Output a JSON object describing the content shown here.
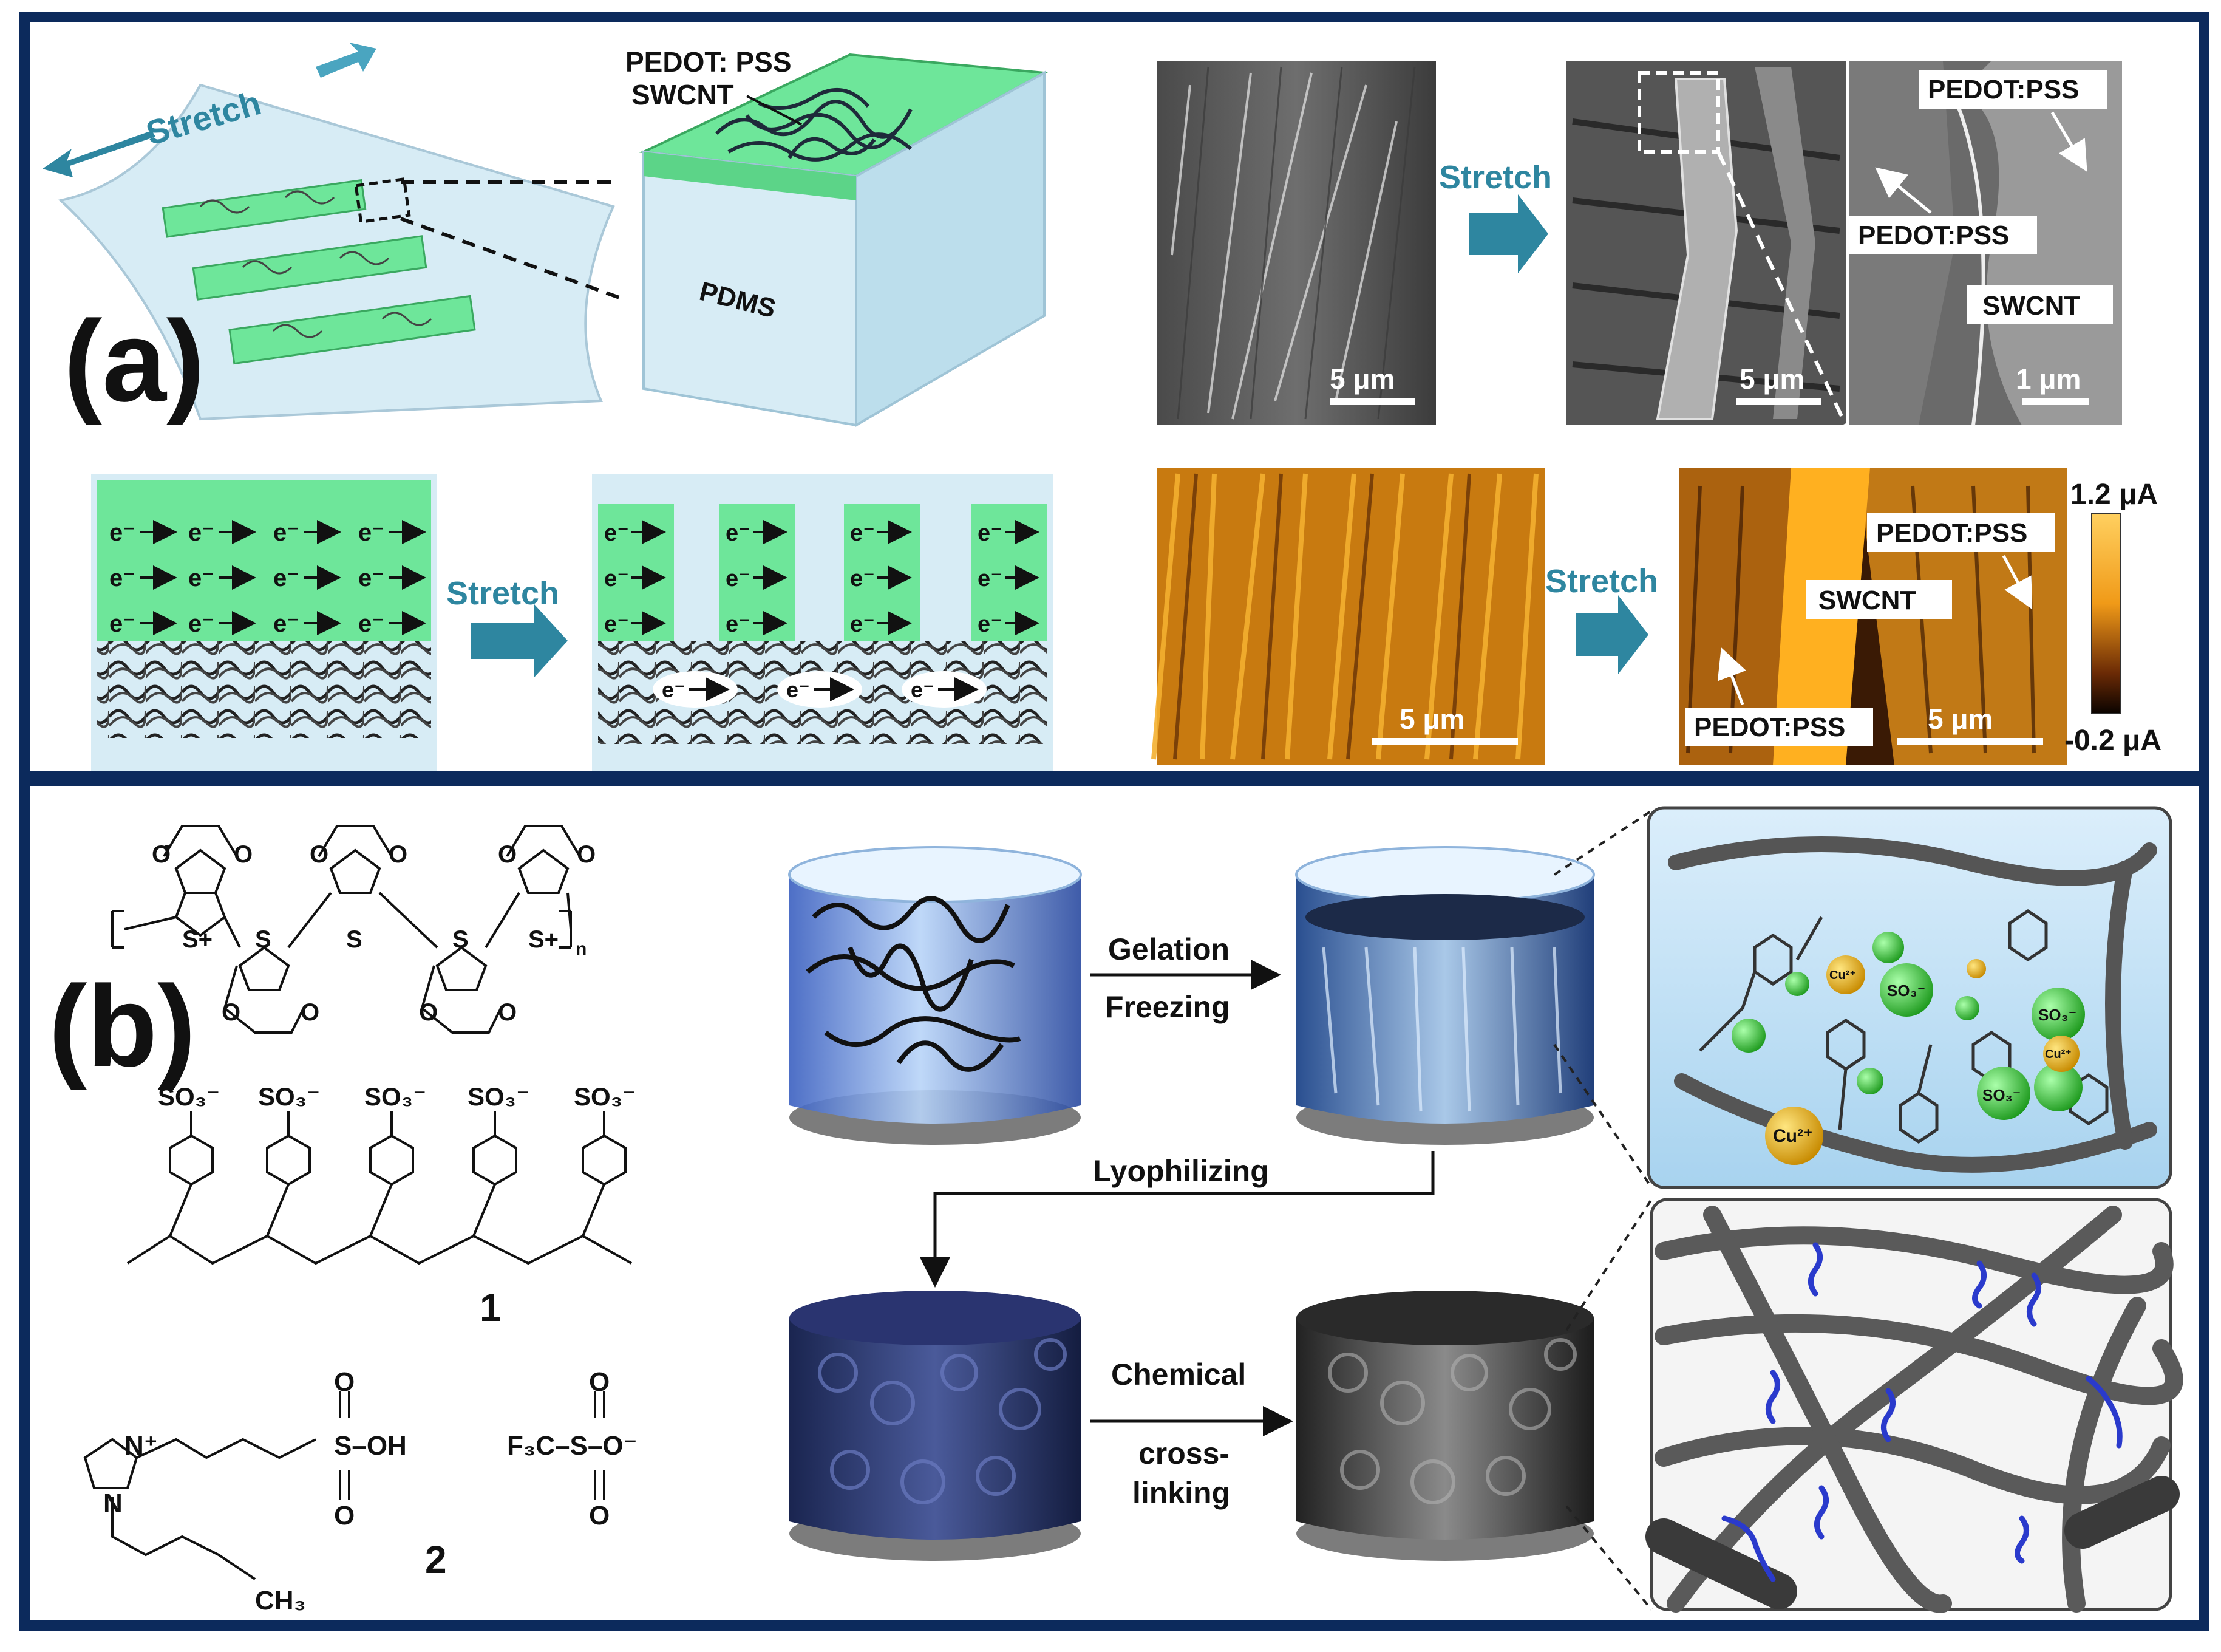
{
  "panel_a": {
    "letter": "(a)",
    "schematic": {
      "stretch_label": "Stretch",
      "pedot_label": "PEDOT: PSS",
      "swcnt_label": "SWCNT",
      "pdms_label": "PDMS"
    },
    "sem": {
      "stretch_label": "Stretch",
      "scale_left": "5 μm",
      "scale_mid": "5 μm",
      "scale_right": "1 μm",
      "label_pedot_1": "PEDOT:PSS",
      "label_pedot_2": "PEDOT:PSS",
      "label_swcnt": "SWCNT"
    },
    "electron_diagram": {
      "stretch_label": "Stretch",
      "electron_label": "e⁻"
    },
    "cafm": {
      "stretch_label": "Stretch",
      "scale_left": "5 μm",
      "scale_right": "5 μm",
      "label_pedot_top": "PEDOT:PSS",
      "label_swcnt": "SWCNT",
      "label_pedot_bottom": "PEDOT:PSS",
      "colorbar_max": "1.2 μA",
      "colorbar_min": "-0.2 μA"
    }
  },
  "panel_b": {
    "letter": "(b)",
    "chem": {
      "compound_1": "1",
      "compound_2": "2",
      "so3_label": "SO₃⁻",
      "s_label": "S",
      "s_plus_label": "S+",
      "n_label": "n",
      "oh_label": "S–OH",
      "triflate_label": "F₃C–S–O⁻",
      "ch3_label": "CH₃",
      "n_plus_label": "N⁺",
      "n_label_2": "N",
      "o_label": "O"
    },
    "process": {
      "gelation": "Gelation",
      "freezing": "Freezing",
      "lyophilizing": "Lyophilizing",
      "chemical": "Chemical",
      "cross": "cross-",
      "linking": "linking"
    },
    "inset": {
      "so3": "SO₃⁻",
      "cu": "Cu²⁺",
      "cu_big": "Cu²⁺"
    }
  },
  "colors": {
    "border": "#0c2a5c",
    "teal": "#2e86a0",
    "green": "#6ee69a",
    "pdms": "#cfe9f2",
    "orange": "#f0a020"
  }
}
